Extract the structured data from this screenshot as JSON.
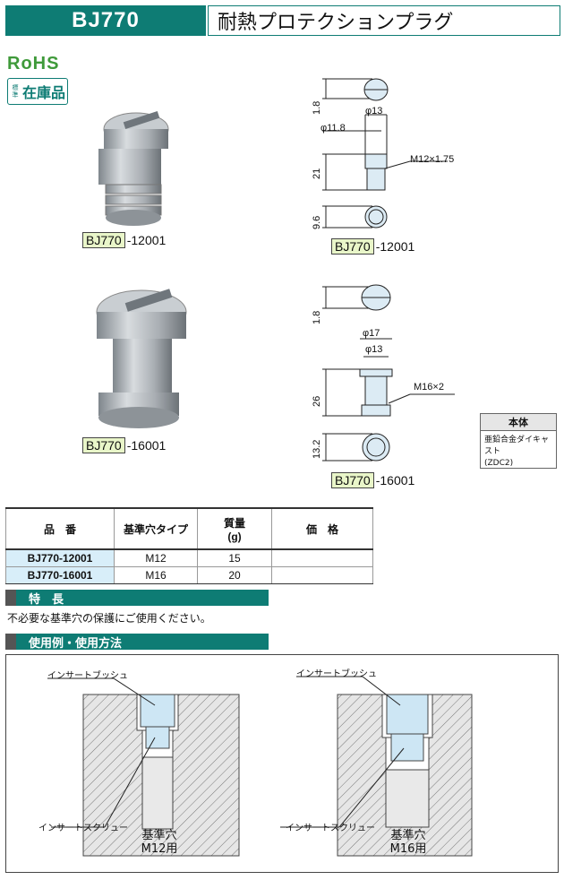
{
  "header": {
    "code": "BJ770",
    "title": "耐熱プロテクションプラグ"
  },
  "badges": {
    "rohs": "RoHS",
    "stock_small": "標準",
    "stock_big": "在庫品"
  },
  "parts": [
    {
      "code": "BJ770",
      "suffix": "-12001"
    },
    {
      "code": "BJ770",
      "suffix": "-16001"
    }
  ],
  "drawing12": {
    "d1": "1.8",
    "d2": "φ13",
    "d3": "φ11.8",
    "d4": "21",
    "d5": "M12×1.75",
    "d6": "9.6"
  },
  "drawing16": {
    "d1": "1.8",
    "d2": "φ17",
    "d3": "φ13",
    "d4": "26",
    "d5": "M16×2",
    "d6": "13.2"
  },
  "material": {
    "header": "本体",
    "line1": "亜鉛合金ダイキャスト",
    "line2": "(ZDC2)"
  },
  "table": {
    "headers": [
      "品　番",
      "基準穴タイプ",
      "質量",
      "(g)",
      "価　格"
    ],
    "rows": [
      {
        "part": "BJ770-12001",
        "type": "M12",
        "mass": "15",
        "price": ""
      },
      {
        "part": "BJ770-16001",
        "type": "M16",
        "mass": "20",
        "price": ""
      }
    ]
  },
  "features": {
    "title": "特　長",
    "text": "不必要な基準穴の保護にご使用ください。"
  },
  "usage": {
    "title": "使用例・使用方法",
    "insert_bush": "インサートブッシュ",
    "insert_screw": "インサートスクリュー",
    "hole_label": "基準穴",
    "m12": "M12用",
    "m16": "M16用"
  }
}
